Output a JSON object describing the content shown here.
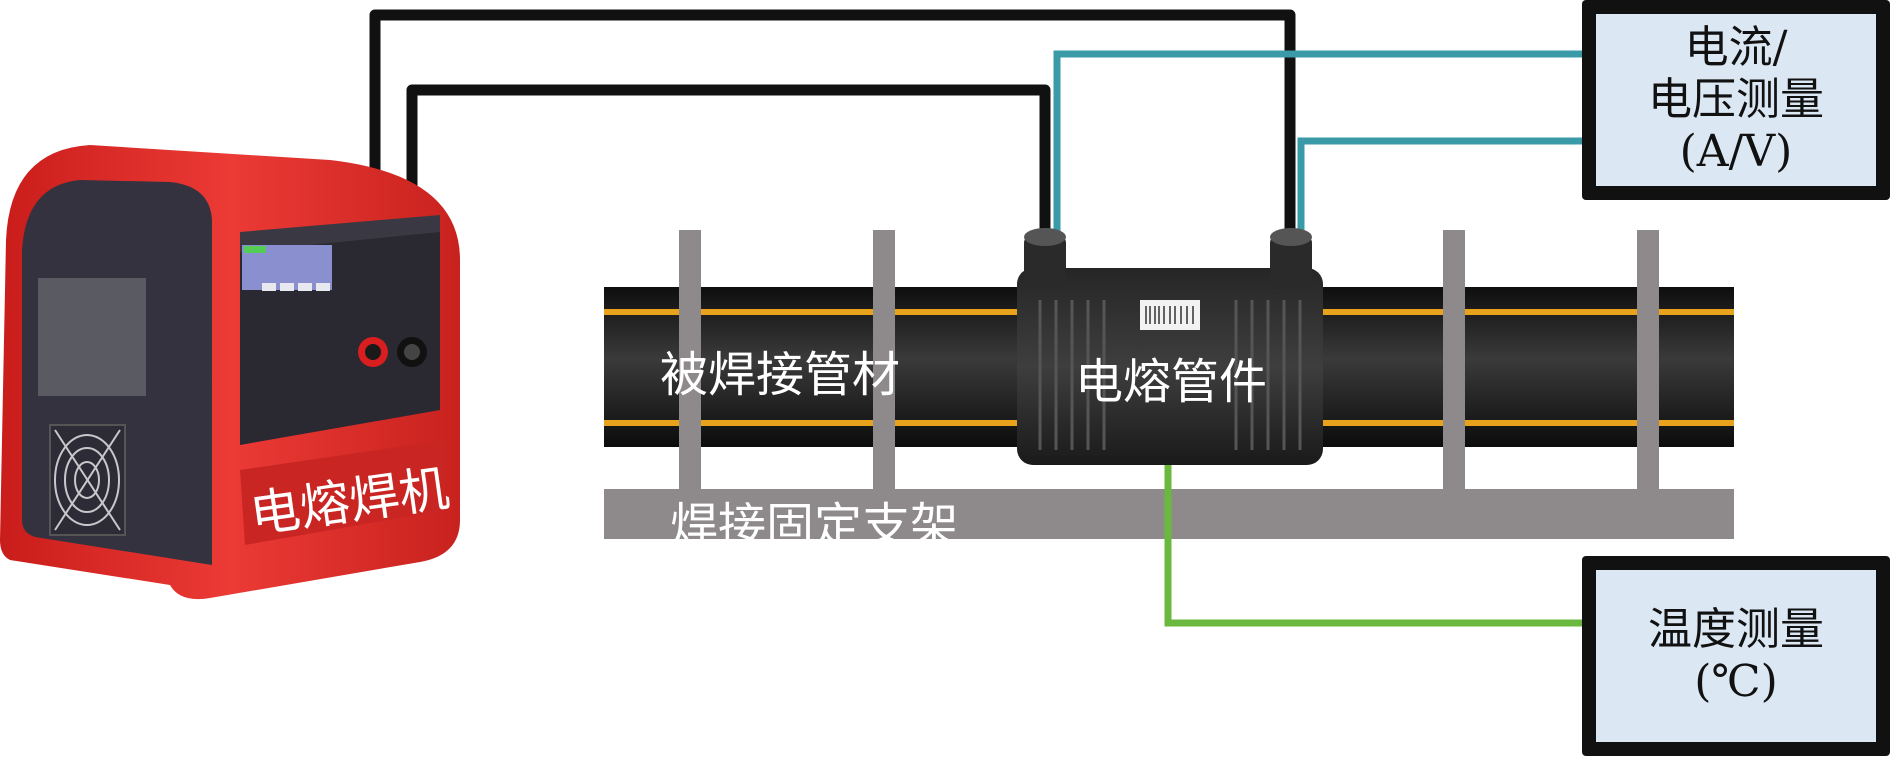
{
  "labels": {
    "welder": "电熔焊机",
    "pipe": "被焊接管材",
    "fitting": "电熔管件",
    "bracket": "焊接固定支架"
  },
  "meters": {
    "electric": {
      "line1": "电流/",
      "line2": "电压测量",
      "line3": "(A/V)"
    },
    "temperature": {
      "line1": "温度测量",
      "line2": "(℃)"
    }
  },
  "colors": {
    "welder_body": "#e52f2c",
    "welder_panel": "#34323f",
    "pipe": "#1f1f1f",
    "pipe_stripe": "#e8a21c",
    "bracket": "#8e8a8b",
    "wire_power": "#111111",
    "wire_signal": "#3a9aa8",
    "wire_temp": "#6ab83e",
    "meter_screen": "#dbe7f3"
  },
  "icons": {
    "fan": "fan-grille-icon",
    "terminal_red": "red-terminal-icon",
    "terminal_black": "black-terminal-icon",
    "barcode": "barcode-label-icon"
  }
}
